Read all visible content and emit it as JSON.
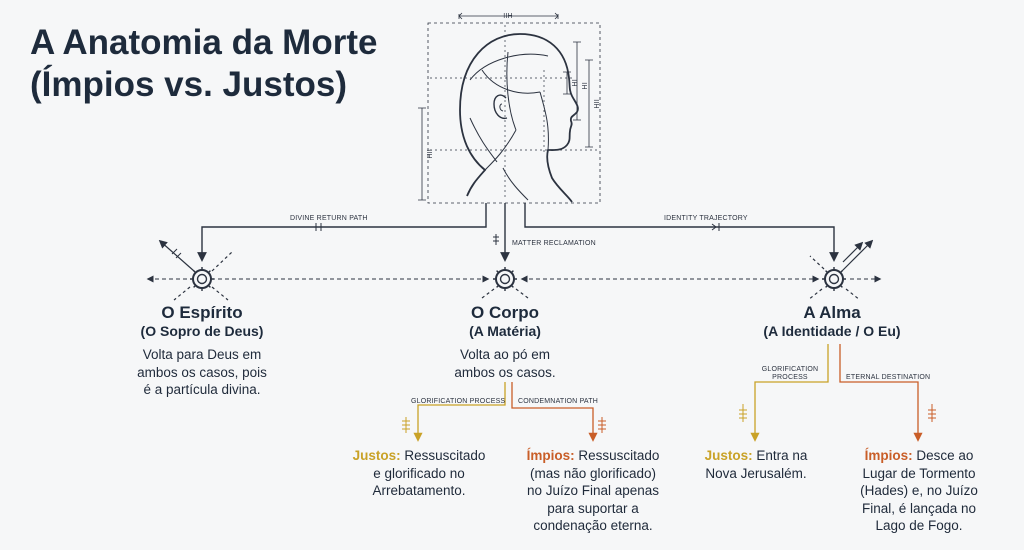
{
  "title": {
    "line1": "A Anatomia da Morte",
    "line2": "(Ímpios vs. Justos)"
  },
  "head_dimensions": {
    "top": "IIH",
    "right_inner": "IH",
    "right_mid": "IH",
    "right_outer": "IIH",
    "left": "IIH"
  },
  "paths": {
    "divine_return": "DIVINE RETURN PATH",
    "matter_reclamation": "MATTER RECLAMATION",
    "identity_trajectory": "IDENTITY TRAJECTORY"
  },
  "columns": {
    "espirito": {
      "title": "O Espírito",
      "subtitle": "(O Sopro de Deus)",
      "body": [
        "Volta para Deus em",
        "ambos os casos, pois",
        "é a partícula divina."
      ]
    },
    "corpo": {
      "title": "O Corpo",
      "subtitle": "(A Matéria)",
      "body": [
        "Volta ao pó em",
        "ambos os casos."
      ],
      "branch_left_label": "GLORIFICATION PROCESS",
      "branch_right_label": "CONDEMNATION PATH",
      "justos_label": "Justos:",
      "justos_text": [
        " Ressuscitado",
        "e glorificado no",
        "Arrebatamento."
      ],
      "impios_label": "Ímpios:",
      "impios_text": [
        " Ressuscitado",
        "(mas não glorificado)",
        "no Juízo Final apenas",
        "para suportar a",
        "condenação eterna."
      ]
    },
    "alma": {
      "title": "A Alma",
      "subtitle": "(A Identidade / O Eu)",
      "branch_left_label": [
        "GLORIFICATION",
        "PROCESS"
      ],
      "branch_right_label": "ETERNAL DESTINATION",
      "justos_label": "Justos:",
      "justos_text": [
        " Entra na",
        "Nova Jerusalém."
      ],
      "impios_label": "Ímpios:",
      "impios_text": [
        " Desce ao",
        "Lugar de Tormento",
        "(Hades) e, no Juízo",
        "Final, é lançada no",
        "Lago de Fogo."
      ]
    }
  },
  "colors": {
    "title": "#1e2b3c",
    "line": "#2c3340",
    "justos": "#c9a227",
    "impios": "#c95e28"
  }
}
